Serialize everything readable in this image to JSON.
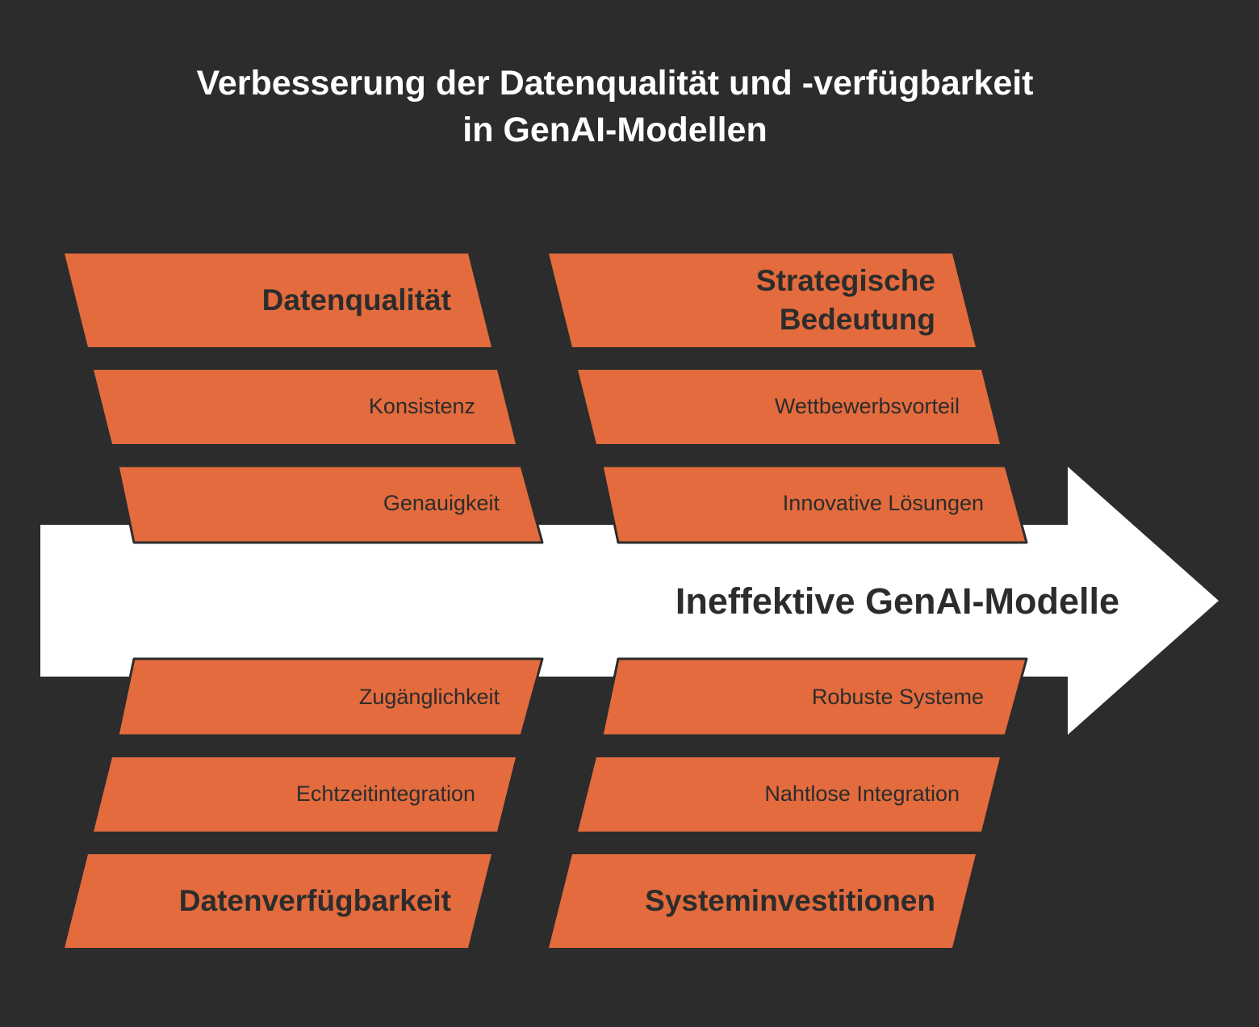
{
  "title": {
    "line1": "Verbesserung der Datenqualität und -verfügbarkeit",
    "line2": "in GenAI-Modellen"
  },
  "effect": {
    "label": "Ineffektive GenAI-Modelle"
  },
  "categories": {
    "top_left": {
      "label": "Datenqualität",
      "causes": [
        "Konsistenz",
        "Genauigkeit"
      ]
    },
    "top_right": {
      "label_lines": [
        "Strategische",
        "Bedeutung"
      ],
      "causes": [
        "Wettbewerbsvorteil",
        "Innovative Lösungen"
      ]
    },
    "bottom_left": {
      "label": "Datenverfügbarkeit",
      "causes": [
        "Zugänglichkeit",
        "Echtzeitintegration"
      ]
    },
    "bottom_right": {
      "label": "Systeminvestitionen",
      "causes": [
        "Robuste Systeme",
        "Nahtlose Integration"
      ]
    }
  },
  "colors": {
    "background": "#2c2c2c",
    "box_fill": "#e36b3d",
    "box_stroke": "#2c2c2c",
    "arrow_fill": "#ffffff",
    "text_dark": "#2c2c2c",
    "title_text": "#ffffff"
  }
}
